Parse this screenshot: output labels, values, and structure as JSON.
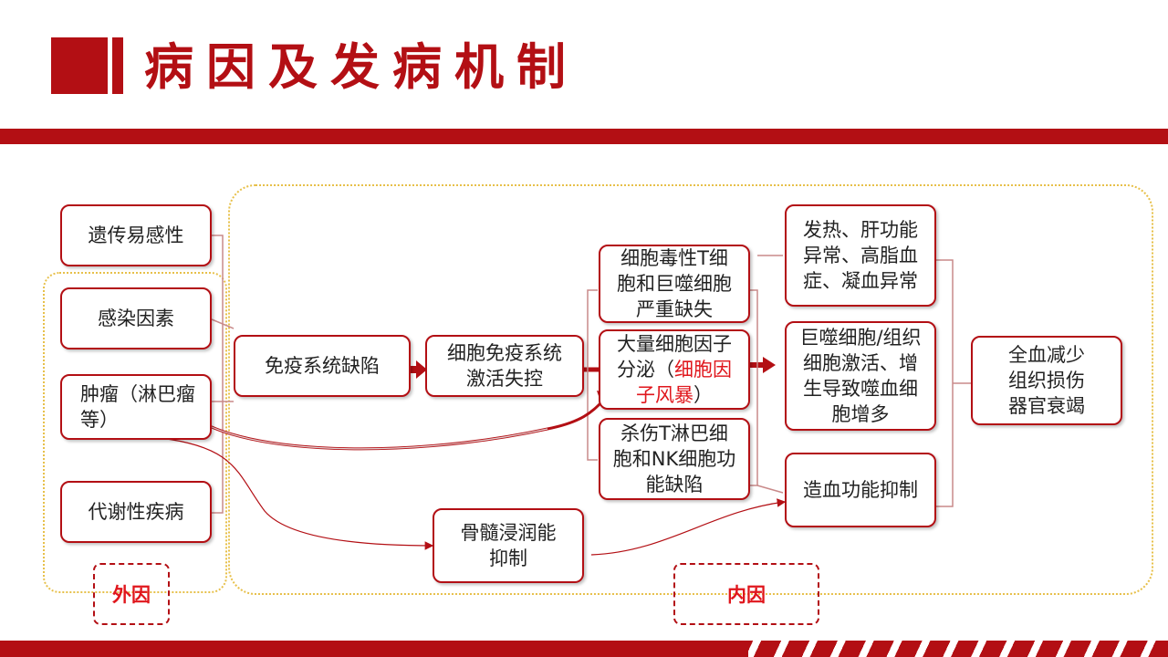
{
  "title": "病因及发病机制",
  "colors": {
    "accent": "#b30f14",
    "highlight": "#e0161c",
    "group_border": "#e7c04a"
  },
  "external_causes": {
    "label": "外因",
    "items": [
      "遗传易感性",
      "感染因素",
      "肿瘤（淋巴瘤等）",
      "代谢性疾病"
    ]
  },
  "internal_causes": {
    "label": "内因"
  },
  "nodes": {
    "immune_defect": "免疫系统缺陷",
    "immune_activation": "细胞免疫系统激活失控",
    "cytotoxic_loss": "细胞毒性T细胞和巨噬细胞严重缺失",
    "cytokine_main": "大量细胞因子分泌（",
    "cytokine_storm": "细胞因子风暴",
    "cytokine_close": "）",
    "killer_defect": "杀伤T淋巴细胞和NK细胞功能缺陷",
    "bone_marrow": "骨髓浸润能抑制",
    "fever": "发热、肝功能异常、高脂血症、凝血异常",
    "macrophage": "巨噬细胞/组织细胞激活、增生导致噬血细胞增多",
    "hematopoiesis": "造血功能抑制",
    "outcome": "全血减少组织损伤器官衰竭"
  }
}
